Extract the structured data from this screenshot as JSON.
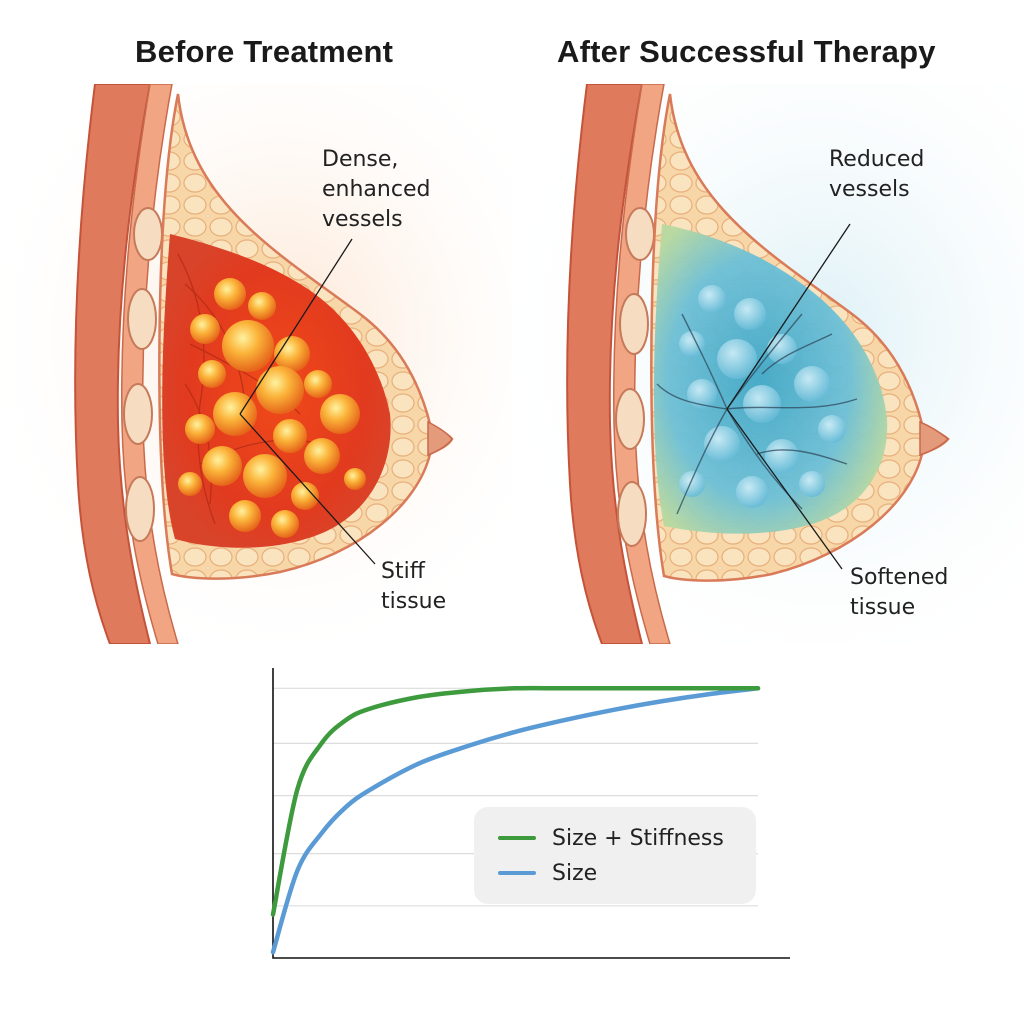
{
  "titles": {
    "before": "Before Treatment",
    "after": "After Successful Therapy"
  },
  "callouts": {
    "before_top": [
      "Dense,",
      "enhanced",
      "vessels"
    ],
    "before_bottom": [
      "Stiff",
      "tissue"
    ],
    "after_top": [
      "Reduced",
      "vessels"
    ],
    "after_bottom": [
      "Softened",
      "tissue"
    ]
  },
  "colors": {
    "tumor_before": "#e8321a",
    "tumor_after": "#5fb8d8",
    "fat": "#f6d6a6",
    "muscle": "#d9604a",
    "size_stiffness": "#3d9a3d",
    "size": "#5b9bd5"
  },
  "chart_data": {
    "type": "line",
    "title": "",
    "xlabel": "",
    "ylabel": "",
    "xlim": [
      0,
      1
    ],
    "ylim": [
      0,
      1
    ],
    "grid": true,
    "legend_position": "right",
    "series": [
      {
        "name": "Size + Stiffness",
        "color": "#3d9a3d",
        "x": [
          0,
          0.05,
          0.1,
          0.15,
          0.2,
          0.3,
          0.4,
          0.5,
          0.6,
          0.7,
          0.8,
          0.9,
          1.0
        ],
        "y": [
          0.15,
          0.58,
          0.74,
          0.82,
          0.86,
          0.9,
          0.92,
          0.93,
          0.93,
          0.93,
          0.93,
          0.93,
          0.93
        ]
      },
      {
        "name": "Size",
        "color": "#5b9bd5",
        "x": [
          0,
          0.05,
          0.1,
          0.15,
          0.2,
          0.3,
          0.4,
          0.5,
          0.6,
          0.7,
          0.8,
          0.9,
          1.0
        ],
        "y": [
          0.02,
          0.3,
          0.43,
          0.52,
          0.58,
          0.67,
          0.73,
          0.78,
          0.82,
          0.855,
          0.885,
          0.91,
          0.93
        ]
      }
    ]
  }
}
